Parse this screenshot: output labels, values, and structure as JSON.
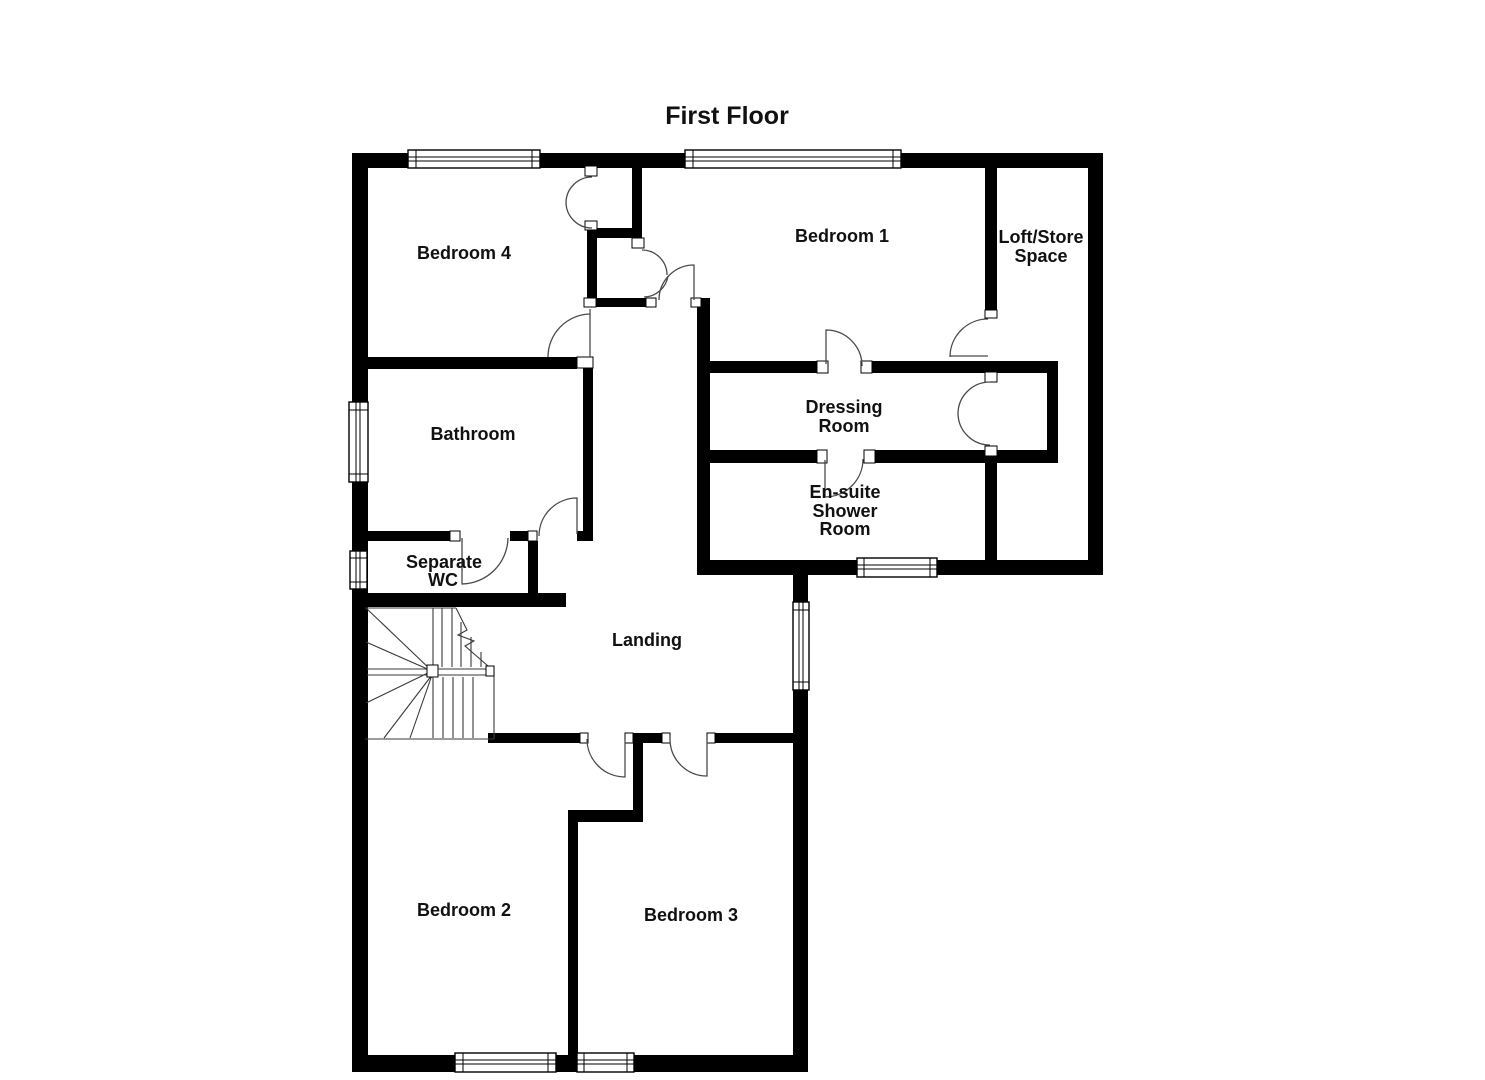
{
  "page": {
    "title": "First Floor"
  },
  "colors": {
    "wall": "#000000",
    "background": "#ffffff",
    "door_line": "#4a4a4a",
    "label_text": "#111111"
  },
  "rooms": {
    "bedroom4": {
      "label": "Bedroom 4"
    },
    "bedroom1": {
      "label": "Bedroom 1"
    },
    "loft_store": {
      "line1": "Loft/Store",
      "line2": "Space"
    },
    "bathroom": {
      "label": "Bathroom"
    },
    "dressing_room": {
      "line1": "Dressing",
      "line2": "Room"
    },
    "ensuite": {
      "line1": "En-suite",
      "line2": "Shower",
      "line3": "Room"
    },
    "separate_wc": {
      "line1": "Separate",
      "line2": "WC"
    },
    "landing": {
      "label": "Landing"
    },
    "bedroom2": {
      "label": "Bedroom 2"
    },
    "bedroom3": {
      "label": "Bedroom 3"
    }
  }
}
